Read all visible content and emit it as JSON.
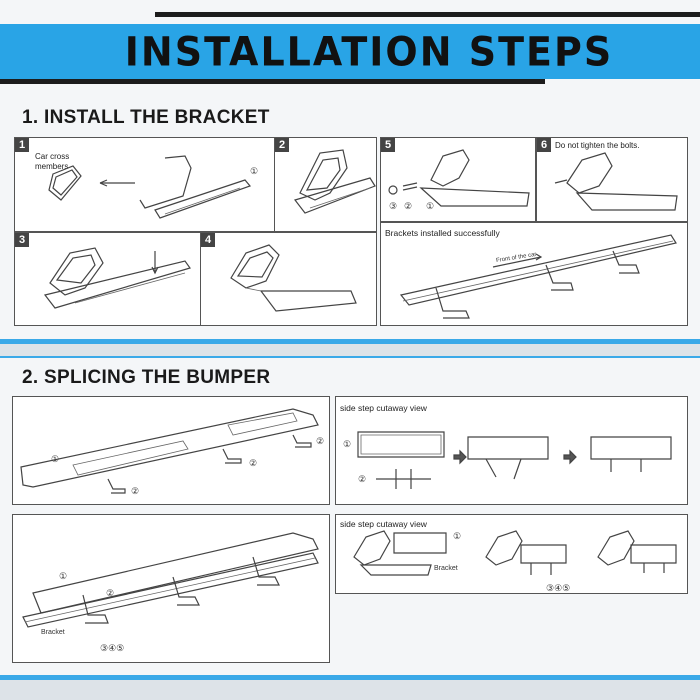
{
  "header": {
    "title": "INSTALLATION STEPS"
  },
  "section1": {
    "title": "1. INSTALL THE BRACKET",
    "steps": [
      {
        "num": "1",
        "caption": "Car cross members",
        "marker": "①"
      },
      {
        "num": "2",
        "caption": ""
      },
      {
        "num": "3",
        "caption": ""
      },
      {
        "num": "4",
        "caption": ""
      },
      {
        "num": "5",
        "caption": "",
        "parts": [
          "③",
          "②",
          "①"
        ]
      },
      {
        "num": "6",
        "caption": "Do not tighten the bolts."
      }
    ],
    "result": {
      "caption": "Brackets installed successfully",
      "arrow_label": "Front of the car"
    }
  },
  "section2": {
    "title": "2. SPLICING THE BUMPER",
    "panelA": {
      "markers": [
        "①",
        "②",
        "②",
        "②"
      ]
    },
    "panelB": {
      "caption": "side step cutaway view",
      "markers": [
        "①",
        "②"
      ]
    },
    "panelC": {
      "markers": [
        "①",
        "②"
      ],
      "bracket_label": "Bracket",
      "parts": "③④⑤"
    },
    "panelD": {
      "caption": "side step cutaway view",
      "marker": "①",
      "bracket_label": "Bracket",
      "parts": "③④⑤"
    }
  },
  "colors": {
    "accent": "#29a4e6",
    "dark": "#1c1c1c"
  }
}
